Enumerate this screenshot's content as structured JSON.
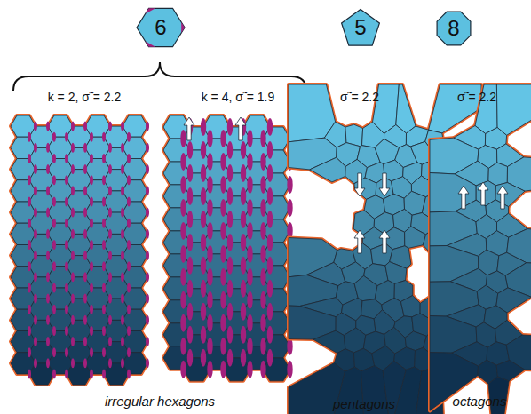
{
  "diagram": {
    "nodes": [
      {
        "text": [
          "6"
        ]
      },
      {
        "text": [
          "5"
        ]
      },
      {
        "text": [
          "8"
        ]
      }
    ],
    "labels": [
      "k = 2, σ̃ = 2.2",
      "k = 4, σ̃ = 1.9",
      "σ̃ = 2.2",
      "σ̃ = 2.2",
      "irregular hexagons",
      "pentagons",
      "octagons"
    ]
  }
}
